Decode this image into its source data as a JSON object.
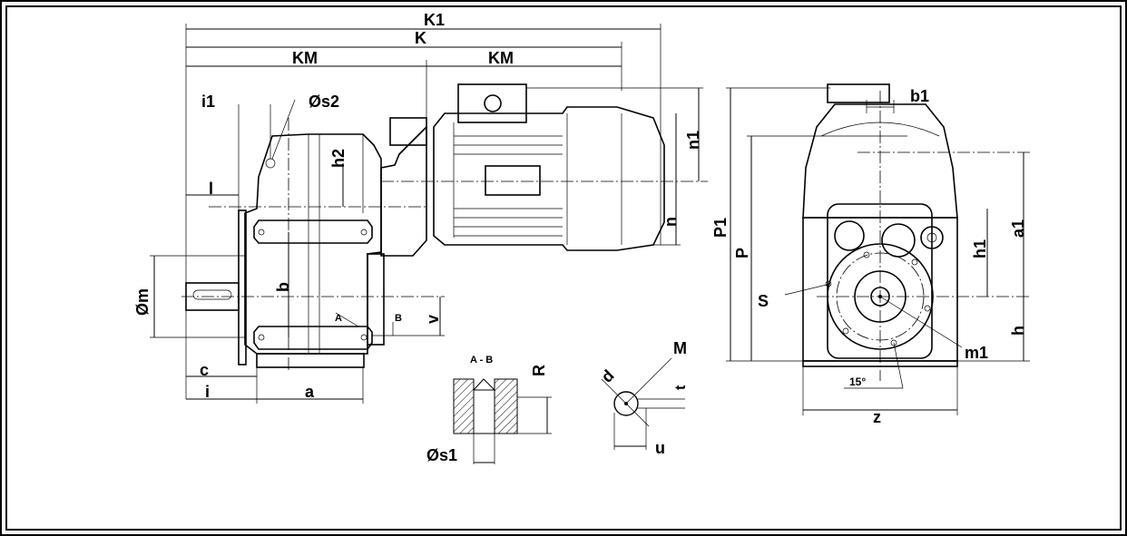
{
  "labels": {
    "K1": "K1",
    "K": "K",
    "KM_left": "KM",
    "KM_right": "KM",
    "i1": "i1",
    "s2": "Øs2",
    "h2": "h2",
    "n1": "n1",
    "l": "l",
    "n": "n",
    "m": "Øm",
    "b": "b",
    "A": "A",
    "B": "B",
    "v": "v",
    "c": "c",
    "i": "i",
    "a": "a",
    "AB": "A - B",
    "R": "R",
    "s1": "Øs1",
    "d": "d",
    "M": "M",
    "t": "t",
    "u": "u",
    "b1": "b1",
    "P1": "P1",
    "P": "P",
    "h1": "h1",
    "a1": "a1",
    "S": "S",
    "h": "h",
    "m1": "m1",
    "angle": "15°",
    "z": "z"
  }
}
